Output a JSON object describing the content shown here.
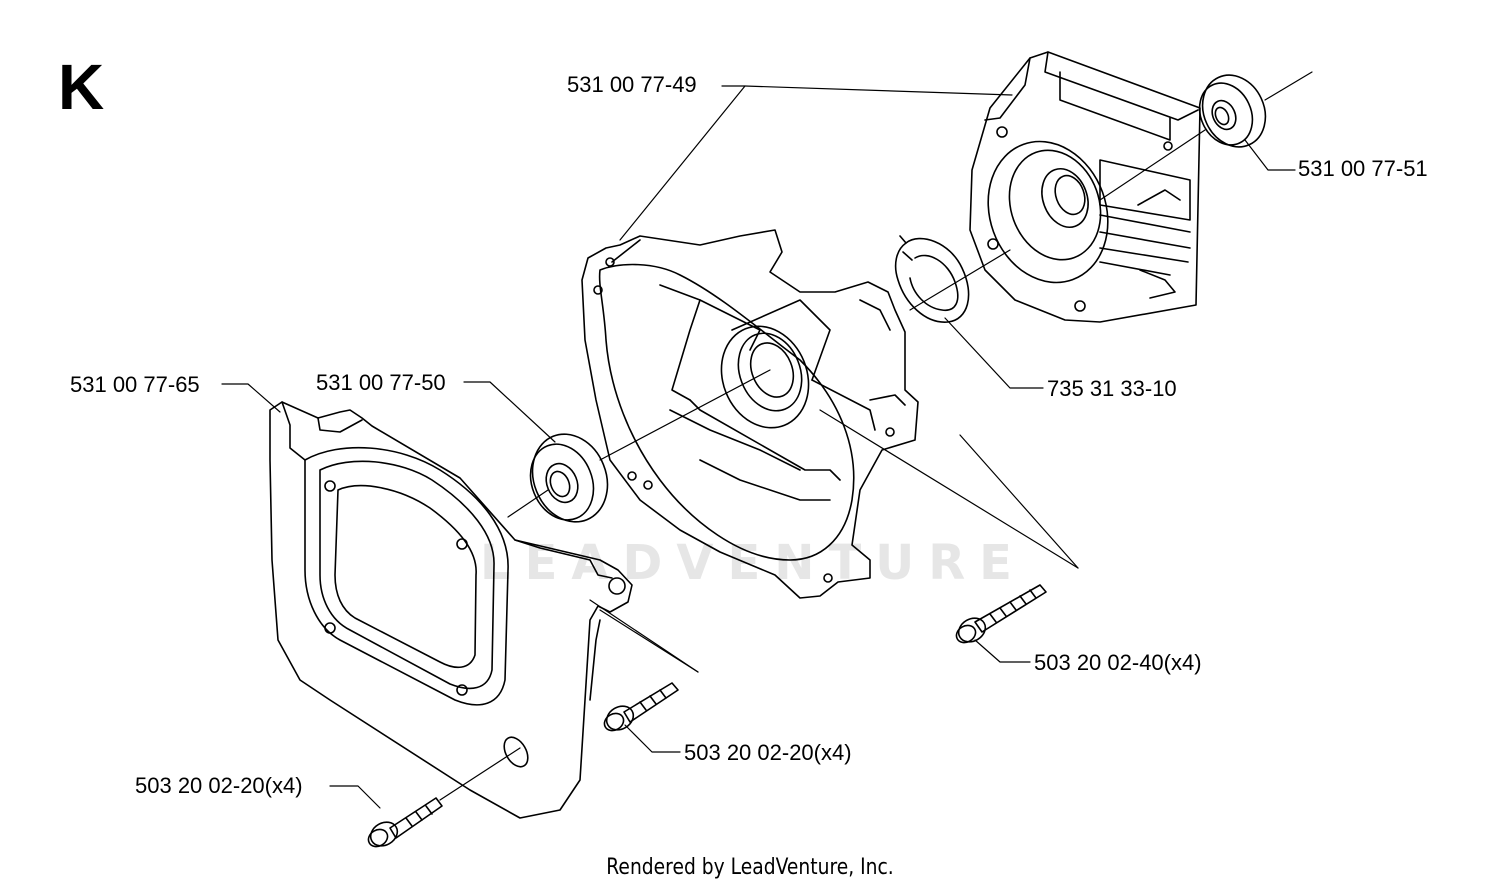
{
  "diagram": {
    "section_letter": "K",
    "watermark": "LEADVENTURE",
    "footer": "Rendered by LeadVenture, Inc."
  },
  "parts": [
    {
      "id": "p1",
      "number": "531 00 77-49"
    },
    {
      "id": "p2",
      "number": "531 00 77-51"
    },
    {
      "id": "p3",
      "number": "735 31 33-10"
    },
    {
      "id": "p4",
      "number": "531 00 77-65"
    },
    {
      "id": "p5",
      "number": "531 00 77-50"
    },
    {
      "id": "p6",
      "number": "503 20 02-40(x4)"
    },
    {
      "id": "p7",
      "number": "503 20 02-20(x4)"
    },
    {
      "id": "p8",
      "number": "503 20 02-20(x4)"
    }
  ],
  "colors": {
    "line": "#000000",
    "background": "#ffffff",
    "watermark": "#e6e6e6"
  }
}
